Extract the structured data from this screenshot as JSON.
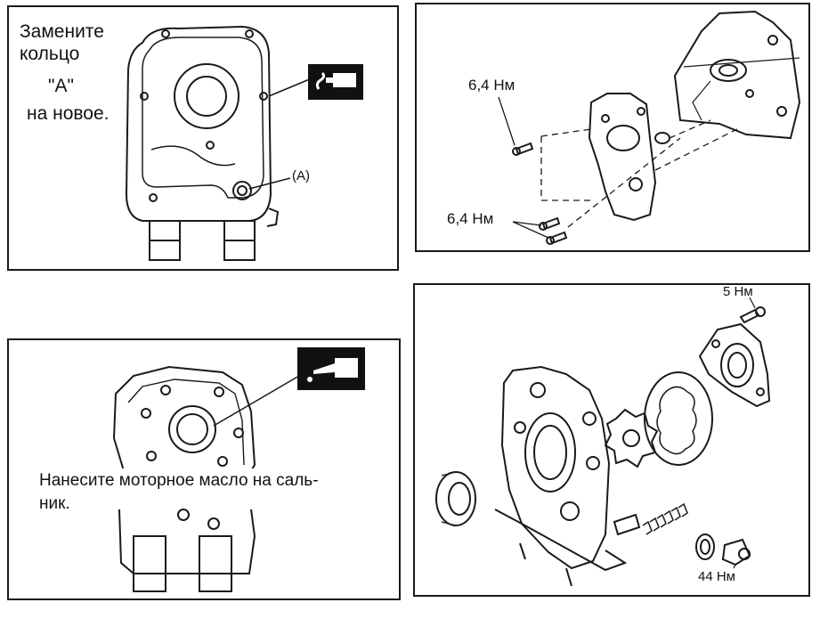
{
  "panel1": {
    "instruction": [
      "Замените",
      "кольцо",
      "\"A\"",
      "на новое."
    ],
    "callout": "(A)",
    "icon": "sealant-icon"
  },
  "panel2": {
    "torque_top": "6,4 Нм",
    "torque_bottom": "6,4 Нм"
  },
  "panel3": {
    "caption_line1": "Нанесите моторное масло на саль-",
    "caption_line2": "ник.",
    "icon": "oil-can-icon"
  },
  "panel4": {
    "torque_screw": "5 Нм",
    "torque_plug": "44 Нм"
  },
  "colors": {
    "line": "#1a1a1a",
    "paper": "#ffffff"
  }
}
